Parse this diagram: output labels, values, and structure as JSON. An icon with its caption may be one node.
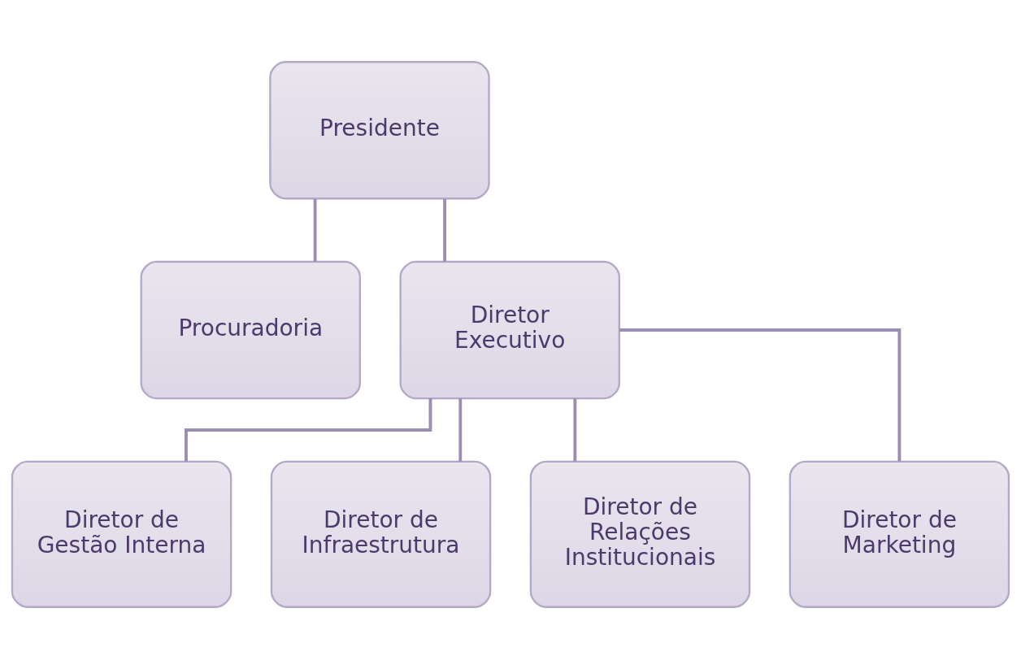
{
  "diagram": {
    "nodes": [
      {
        "text": [
          "Presidente"
        ]
      },
      {
        "text": [
          "Procuradoria"
        ]
      },
      {
        "text": [
          "Diretor Executivo"
        ]
      },
      {
        "text": [
          "Diretor de Gestão Interna"
        ]
      },
      {
        "text": [
          "Diretor de Infraestrutura"
        ]
      },
      {
        "text": [
          "Diretor de Relações Institucionais"
        ]
      },
      {
        "text": [
          "Diretor de Marketing"
        ]
      }
    ],
    "edges": [
      {
        "from": 0,
        "to": 1,
        "arrow": "none"
      },
      {
        "from": 0,
        "to": 2,
        "arrow": "none"
      },
      {
        "from": 2,
        "to": 3,
        "arrow": "none"
      },
      {
        "from": 2,
        "to": 4,
        "arrow": "none"
      },
      {
        "from": 2,
        "to": 5,
        "arrow": "none"
      },
      {
        "from": 2,
        "to": 6,
        "arrow": "none"
      }
    ]
  }
}
